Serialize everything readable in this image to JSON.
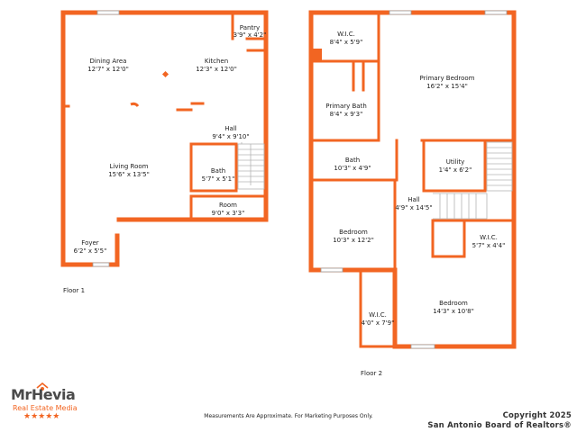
{
  "floor1": {
    "label": "Floor 1",
    "rooms": {
      "dining": {
        "name": "Dining Area",
        "dims": "12'7\" x 12'0\""
      },
      "pantry": {
        "name": "Pantry",
        "dims": "3'9\" x 4'2\""
      },
      "kitchen": {
        "name": "Kitchen",
        "dims": "12'3\" x 12'0\""
      },
      "hall": {
        "name": "Hall",
        "dims": "9'4\" x 9'10\""
      },
      "living": {
        "name": "Living Room",
        "dims": "15'6\" x 13'5\""
      },
      "bath": {
        "name": "Bath",
        "dims": "5'7\" x 5'1\""
      },
      "room": {
        "name": "Room",
        "dims": "9'0\" x 3'3\""
      },
      "foyer": {
        "name": "Foyer",
        "dims": "6'2\" x 5'5\""
      }
    }
  },
  "floor2": {
    "label": "Floor 2",
    "rooms": {
      "wic_top": {
        "name": "W.I.C.",
        "dims": "8'4\" x 5'9\""
      },
      "primary_bedroom": {
        "name": "Primary Bedroom",
        "dims": "16'2\" x 15'4\""
      },
      "primary_bath": {
        "name": "Primary Bath",
        "dims": "8'4\" x 9'3\""
      },
      "bath": {
        "name": "Bath",
        "dims": "10'3\" x 4'9\""
      },
      "utility": {
        "name": "Utility",
        "dims": "1'4\" x 6'2\""
      },
      "hall": {
        "name": "Hall",
        "dims": "4'9\" x 14'5\""
      },
      "bedroom_left": {
        "name": "Bedroom",
        "dims": "10'3\" x 12'2\""
      },
      "wic_right": {
        "name": "W.I.C.",
        "dims": "5'7\" x 4'4\""
      },
      "wic_bottom": {
        "name": "W.I.C.",
        "dims": "4'0\" x 7'9\""
      },
      "bedroom_right": {
        "name": "Bedroom",
        "dims": "14'3\" x 10'8\""
      }
    }
  },
  "footer": {
    "note": "Measurements Are Approximate. For Marketing Purposes Only.",
    "copyright": "Copyright 2025",
    "board": "San Antonio Board of Realtors®"
  },
  "logo": {
    "name": "MrHevia",
    "subtitle": "Real Estate Media",
    "stars": "★★★★★"
  },
  "colors": {
    "wall": "#f26522",
    "text": "#222222"
  }
}
